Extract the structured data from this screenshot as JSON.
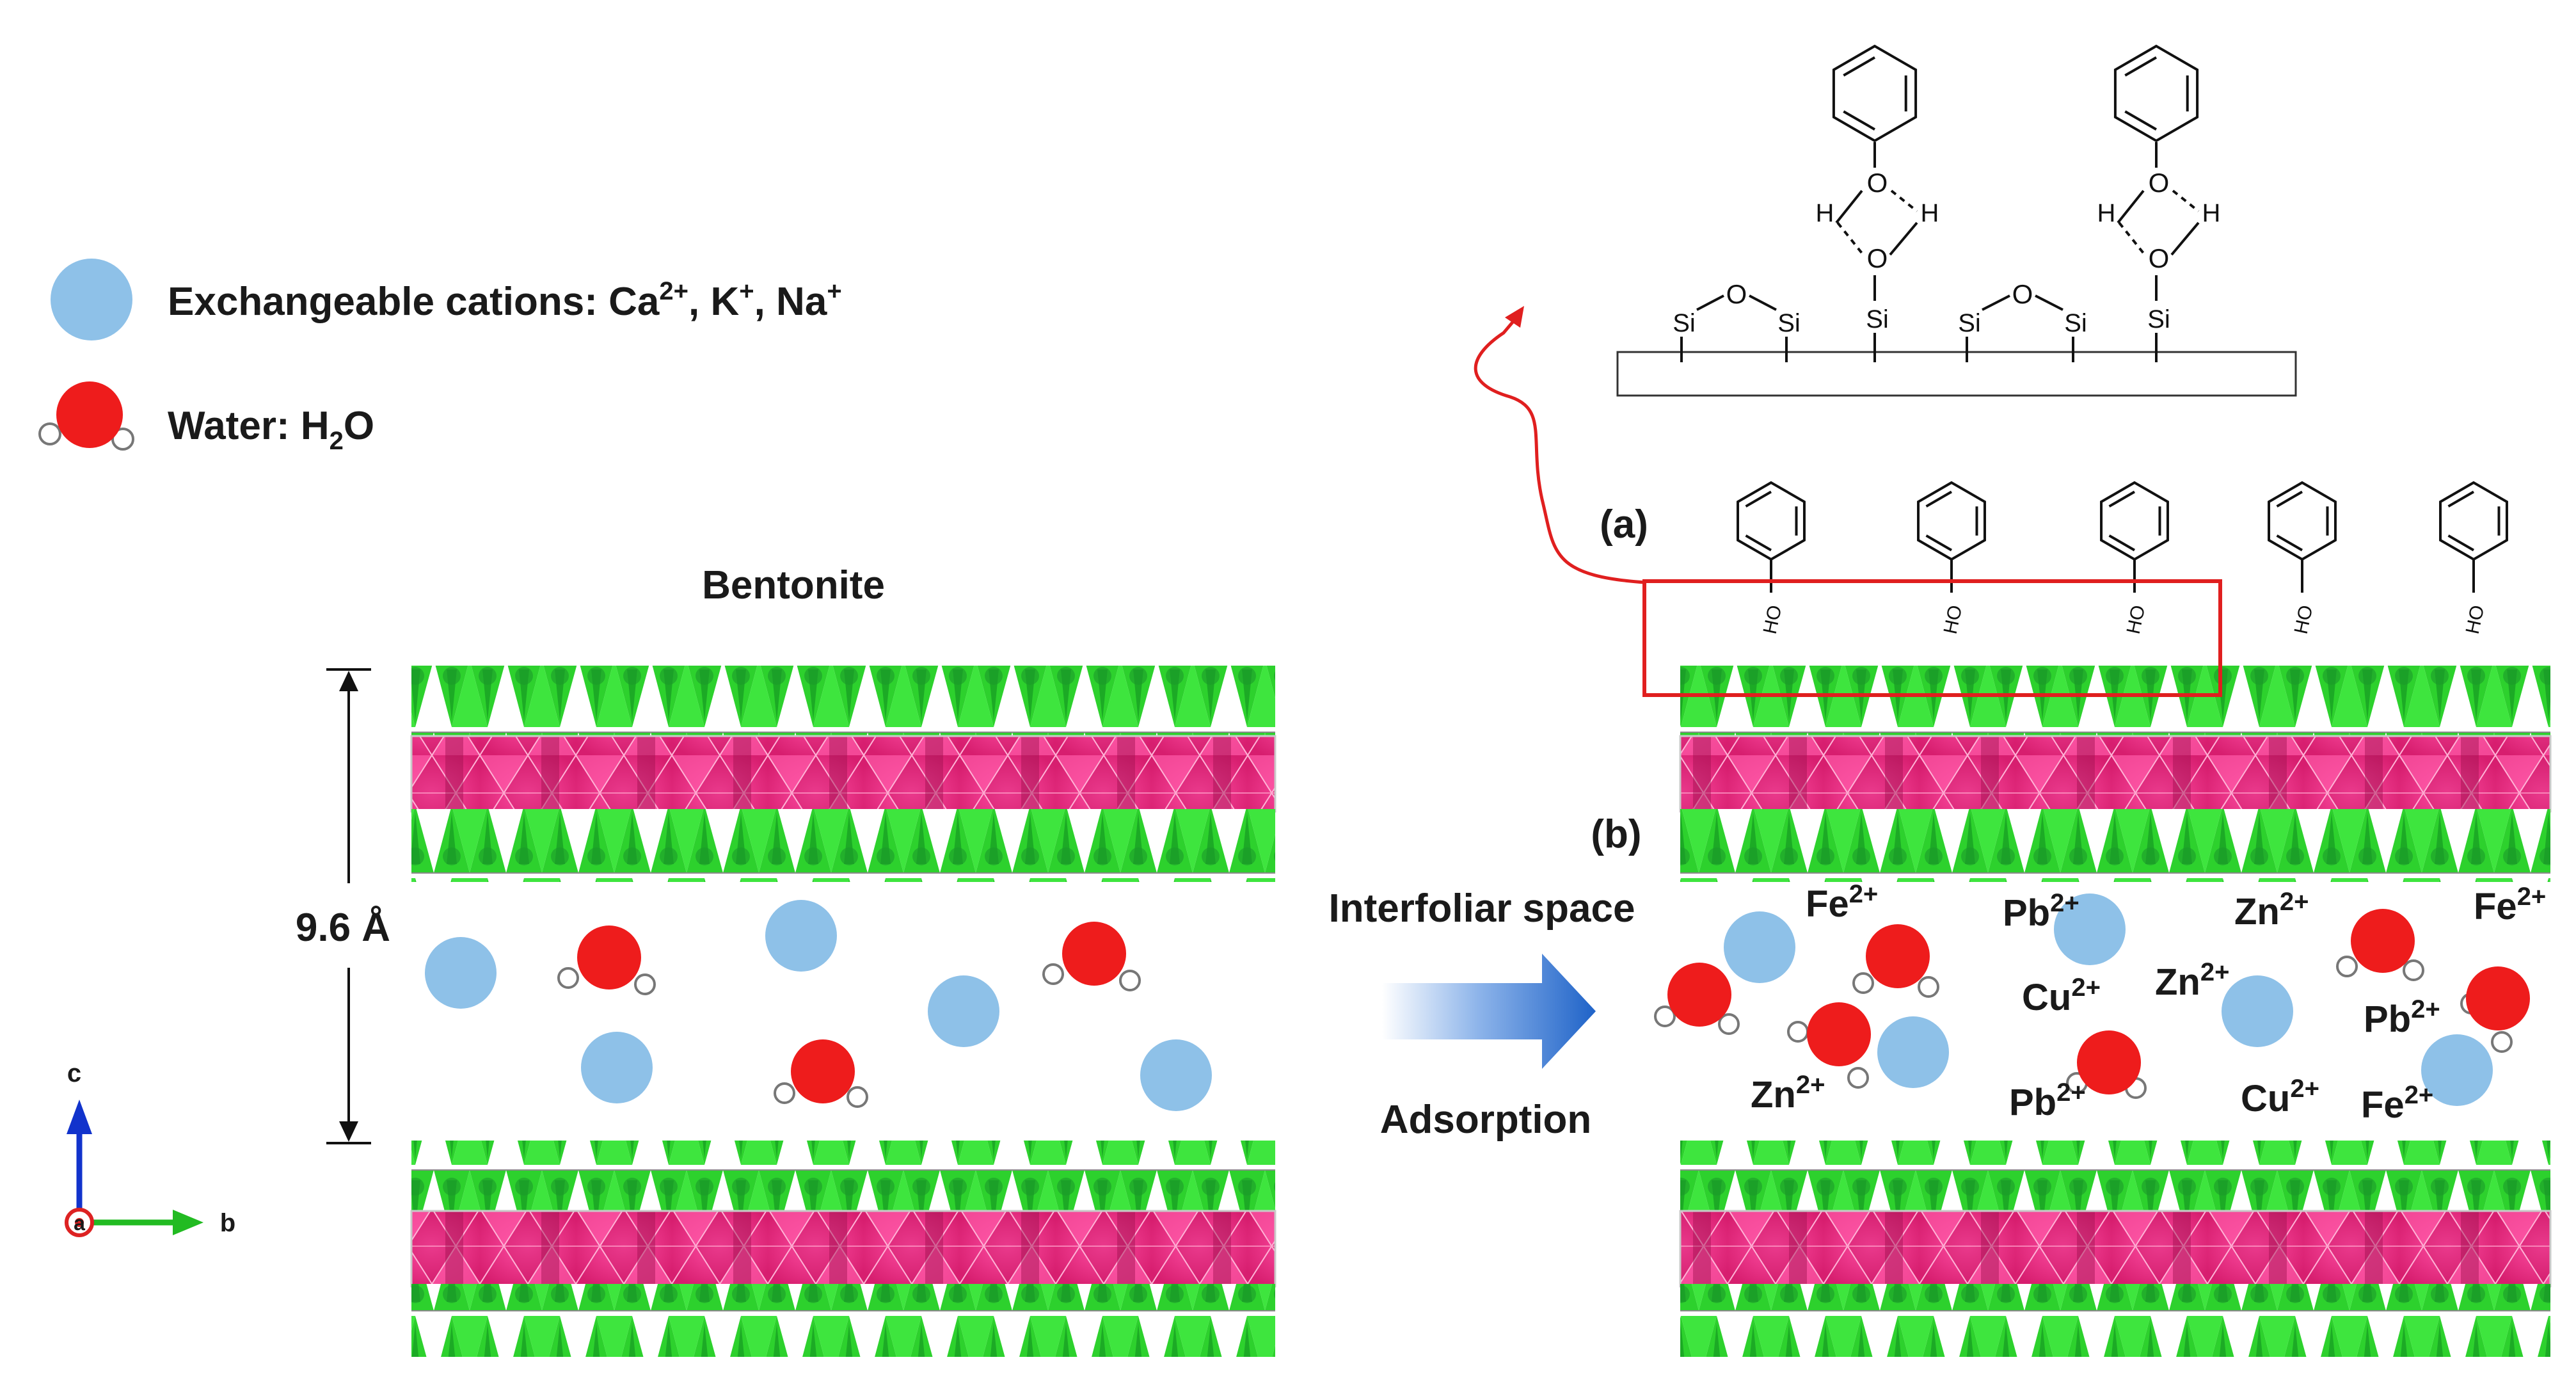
{
  "legend": {
    "cation_prefix": "Exchangeable cations: ",
    "cation_items": [
      {
        "base": "Ca",
        "sup": "2+",
        "sep": ", "
      },
      {
        "base": "K",
        "sup": "+",
        "sep": ", "
      },
      {
        "base": "Na",
        "sup": "+",
        "sep": ""
      }
    ],
    "water_prefix": "Water: ",
    "water_h": "H",
    "water_sub": "2",
    "water_o": "O"
  },
  "labels": {
    "bentonite": "Bentonite",
    "spacing": "9.6 Å",
    "interfoliar": "Interfoliar space",
    "adsorption": "Adsorption",
    "panel_a": "(a)",
    "panel_b": "(b)"
  },
  "axes": {
    "c": "c",
    "b": "b",
    "a": "a"
  },
  "phenol_label": "HO",
  "surface_atoms": {
    "si": "Si",
    "o": "O",
    "h": "H"
  },
  "ions": [
    {
      "base": "Fe",
      "sup": "2+"
    },
    {
      "base": "Pb",
      "sup": "2+"
    },
    {
      "base": "Zn",
      "sup": "2+"
    },
    {
      "base": "Fe",
      "sup": "2+"
    },
    {
      "base": "Cu",
      "sup": "2+"
    },
    {
      "base": "Zn",
      "sup": "2+"
    },
    {
      "base": "Pb",
      "sup": "2+"
    },
    {
      "base": "Zn",
      "sup": "2+"
    },
    {
      "base": "Pb",
      "sup": "2+"
    },
    {
      "base": "Cu",
      "sup": "2+"
    },
    {
      "base": "Fe",
      "sup": "2+"
    }
  ],
  "colors": {
    "cation": "#8ec1e8",
    "water_o": "#ee1c1c",
    "tetrahedra": "#27d027",
    "tetrahedra_dark": "#0f8a1e",
    "octahedra": "#e8337f",
    "octahedra_dark": "#b0155c",
    "arrow": "#1f63c8",
    "highlight": "#e01f1f",
    "axis_c": "#1133cc",
    "axis_b": "#22bb22",
    "axis_a": "#dd2222"
  }
}
